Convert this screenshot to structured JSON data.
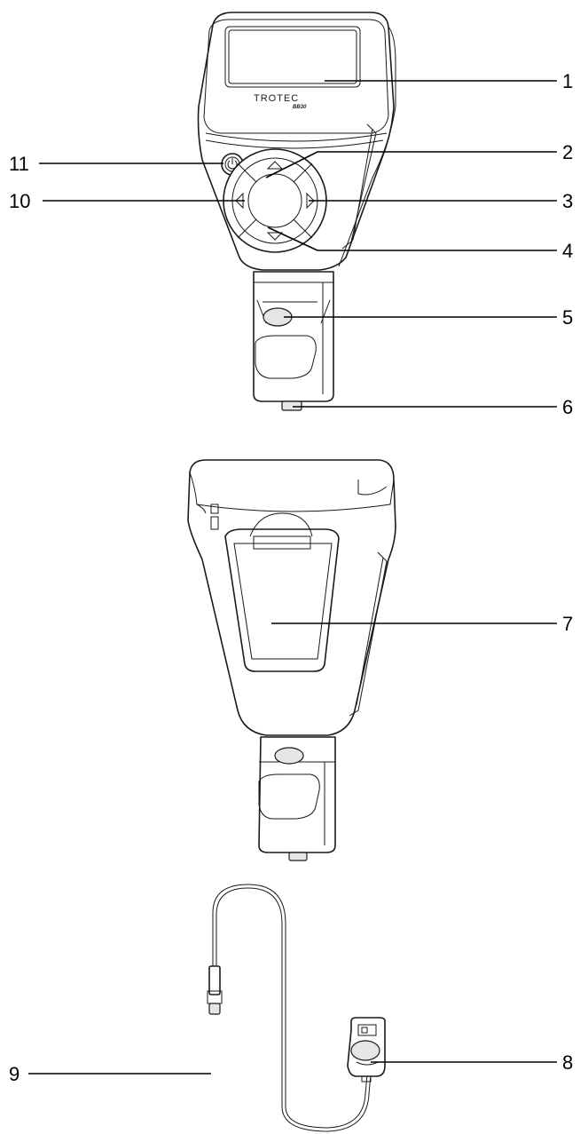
{
  "device": {
    "brand": "TROTEC",
    "model": "BB30"
  },
  "callouts": [
    {
      "id": "1",
      "label": "1"
    },
    {
      "id": "2",
      "label": "2"
    },
    {
      "id": "3",
      "label": "3"
    },
    {
      "id": "4",
      "label": "4"
    },
    {
      "id": "5",
      "label": "5"
    },
    {
      "id": "6",
      "label": "6"
    },
    {
      "id": "7",
      "label": "7"
    },
    {
      "id": "8",
      "label": "8"
    },
    {
      "id": "9",
      "label": "9"
    },
    {
      "id": "10",
      "label": "10"
    },
    {
      "id": "11",
      "label": "11"
    }
  ]
}
